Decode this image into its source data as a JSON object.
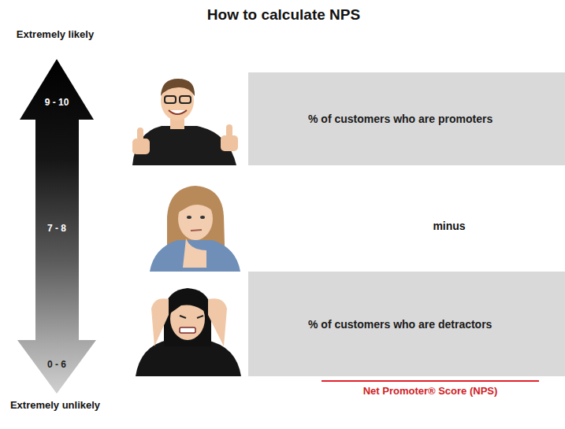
{
  "diagram": {
    "title": "How to calculate NPS",
    "nodes": [
      {
        "text": [
          "% of customers who are promoters"
        ]
      },
      {
        "text": [
          "% of customers who are detractors"
        ]
      }
    ],
    "labels": [
      "Extremely likely",
      "9 - 10",
      "7 - 8",
      "minus",
      "0 - 6",
      "Extremely unlikely",
      "Net Promoter® Score (NPS)"
    ]
  }
}
